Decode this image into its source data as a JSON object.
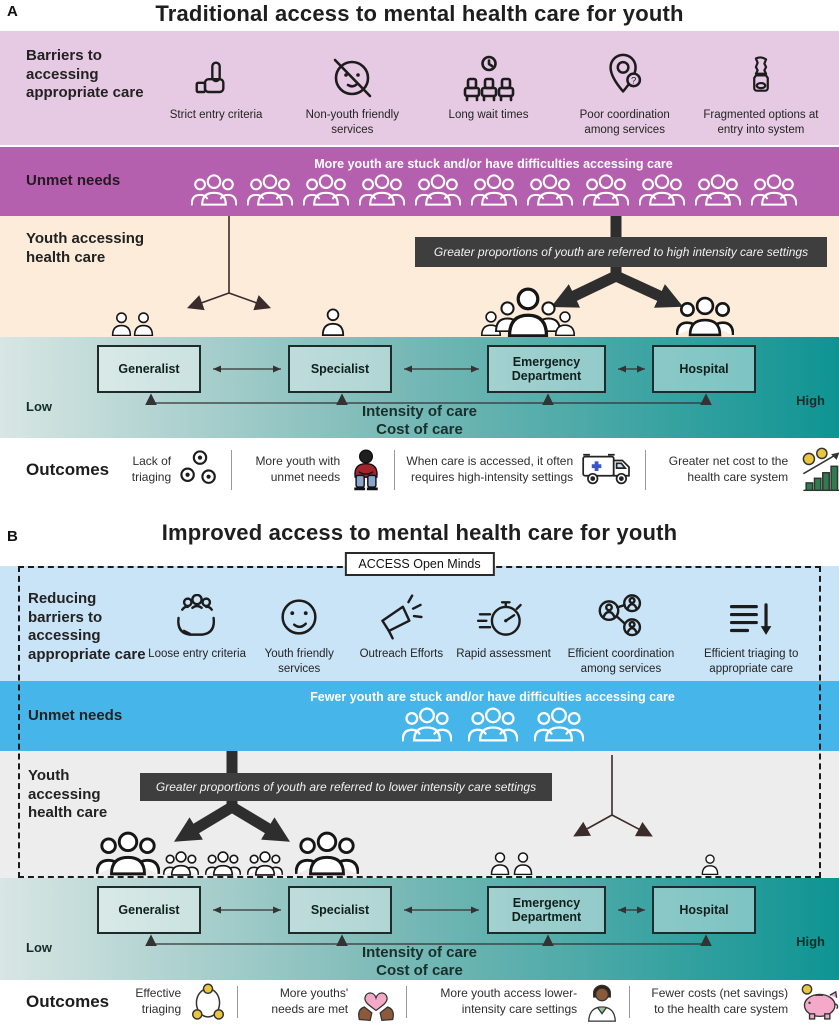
{
  "colors": {
    "page_bg": "#ffffff",
    "barriers_a_bg": "#e6c9e2",
    "unmet_a_bg": "#b560ae",
    "youth_a_bg": "#fcecd9",
    "teal_light": "#d8e6e4",
    "teal_mid": "#7ebbb8",
    "teal_dark": "#0e9493",
    "barriers_b_bg": "#c9e4f7",
    "unmet_b_bg": "#46b5e9",
    "youth_b_bg": "#ededed",
    "callout_bg": "#3e3e3e"
  },
  "glyphs": {
    "question_mark": "?"
  },
  "panel_a": {
    "letter": "A",
    "title": "Traditional access to mental health care for youth",
    "barriers": {
      "row_label": "Barriers to accessing appropriate care",
      "items": [
        {
          "label": "Strict entry criteria",
          "icon": "hand-stop-icon"
        },
        {
          "label": "Non-youth friendly services",
          "icon": "crossed-face-icon"
        },
        {
          "label": "Long wait times",
          "icon": "waiting-room-clock-icon"
        },
        {
          "label": "Poor coordination among services",
          "icon": "map-pin-question-icon"
        },
        {
          "label": "Fragmented options at entry into system",
          "icon": "broken-key-icon"
        }
      ]
    },
    "unmet_needs": {
      "row_label": "Unmet needs",
      "message": "More youth are stuck and/or have difficulties accessing care",
      "group_icon_count": 11
    },
    "youth_accessing": {
      "row_label": "Youth accessing health care",
      "callout": "Greater proportions of youth are referred to high intensity care settings"
    },
    "care": {
      "boxes": [
        "Generalist",
        "Specialist",
        "Emergency Department",
        "Hospital"
      ],
      "axis_label_1": "Intensity of care",
      "axis_label_2": "Cost of care",
      "low": "Low",
      "high": "High"
    },
    "outcomes": {
      "row_label": "Outcomes",
      "items": [
        {
          "label": "Lack of triaging",
          "icon": "scattered-coins-icon"
        },
        {
          "label": "More youth with unmet needs",
          "icon": "sad-youth-icon"
        },
        {
          "label": "When care is accessed, it often requires high-intensity settings",
          "icon": "ambulance-icon"
        },
        {
          "label": "Greater net cost to the health care system",
          "icon": "rising-cost-chart-icon"
        }
      ]
    }
  },
  "panel_b": {
    "letter": "B",
    "title": "Improved access to mental health care for youth",
    "program_badge": "ACCESS Open Minds",
    "barriers": {
      "row_label": "Reducing barriers to accessing appropriate care",
      "items": [
        {
          "label": "Loose entry criteria",
          "icon": "caring-hands-icon"
        },
        {
          "label": "Youth friendly services",
          "icon": "smiley-face-icon"
        },
        {
          "label": "Outreach Efforts",
          "icon": "megaphone-icon"
        },
        {
          "label": "Rapid assessment",
          "icon": "stopwatch-icon"
        },
        {
          "label": "Efficient coordination among services",
          "icon": "network-people-icon"
        },
        {
          "label": "Efficient triaging to appropriate care",
          "icon": "triage-list-icon"
        }
      ]
    },
    "unmet_needs": {
      "row_label": "Unmet needs",
      "message": "Fewer youth are stuck and/or have difficulties accessing care",
      "group_icon_count": 3
    },
    "youth_accessing": {
      "row_label": "Youth accessing health care",
      "callout": "Greater proportions of youth are referred to lower intensity care settings"
    },
    "care": {
      "boxes": [
        "Generalist",
        "Specialist",
        "Emergency Department",
        "Hospital"
      ],
      "axis_label_1": "Intensity of care",
      "axis_label_2": "Cost of care",
      "low": "Low",
      "high": "High"
    },
    "outcomes": {
      "row_label": "Outcomes",
      "items": [
        {
          "label": "Effective triaging",
          "icon": "triage-network-icon"
        },
        {
          "label": "More youths' needs are met",
          "icon": "hands-heart-icon"
        },
        {
          "label": "More youth access lower-intensity care settings",
          "icon": "clinician-icon"
        },
        {
          "label": "Fewer costs (net savings) to the health care system",
          "icon": "piggy-bank-icon"
        }
      ]
    }
  }
}
